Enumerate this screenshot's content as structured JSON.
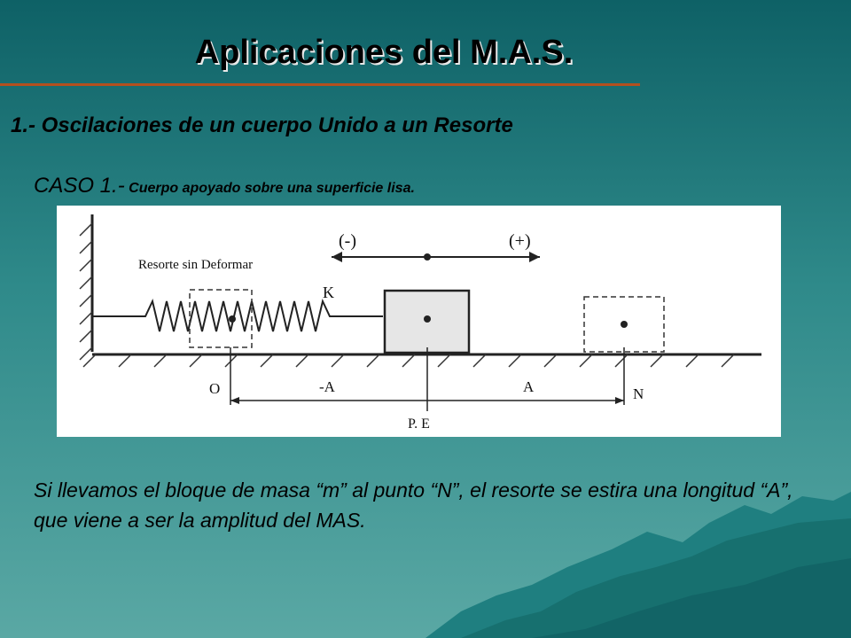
{
  "slide": {
    "title": "Aplicaciones del M.A.S.",
    "subtitle": "1.- Oscilaciones de un cuerpo Unido a un Resorte",
    "case_heading": "CASO 1.-",
    "case_description": "Cuerpo apoyado sobre una superficie lisa.",
    "body_text": "Si llevamos el bloque de masa “m” al punto “N”, el resorte se estira una longitud “A”, que viene a ser la amplitud del MAS."
  },
  "figure": {
    "direction_negative": "(-)",
    "direction_positive": "(+)",
    "spring_label": "Resorte sin Deformar",
    "spring_constant": "K",
    "point_origin": "O",
    "point_end": "N",
    "amplitude_negative": "-A",
    "amplitude_positive": "A",
    "equilibrium": "P. E"
  },
  "colors": {
    "background_top": "#0e6166",
    "background_bottom": "#5aa8a4",
    "title_rule": "#b3501e"
  }
}
